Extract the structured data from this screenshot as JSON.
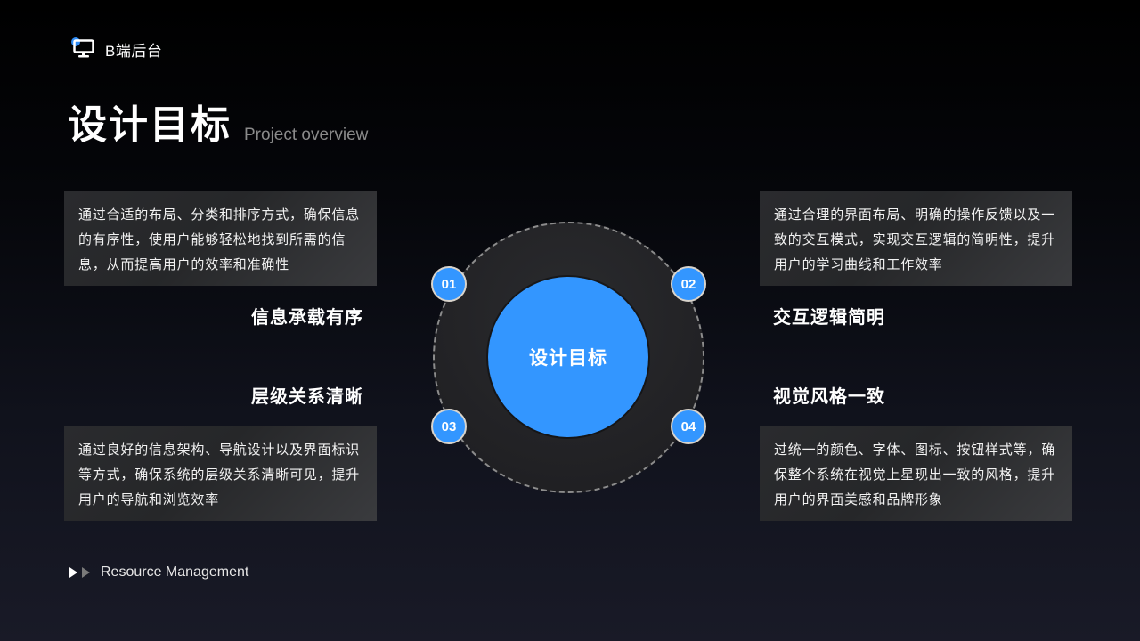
{
  "header": {
    "title": "B端后台",
    "icon": "monitor-icon"
  },
  "page": {
    "title": "设计目标",
    "subtitle": "Project overview"
  },
  "diagram": {
    "center_label": "设计目标",
    "accent_color": "#3396ff",
    "goals": [
      {
        "number": "01",
        "title": "信息承载有序",
        "description": "通过合适的布局、分类和排序方式，确保信息的有序性，使用户能够轻松地找到所需的信息，从而提高用户的效率和准确性"
      },
      {
        "number": "02",
        "title": "交互逻辑简明",
        "description": "通过合理的界面布局、明确的操作反馈以及一致的交互模式，实现交互逻辑的简明性，提升用户的学习曲线和工作效率"
      },
      {
        "number": "03",
        "title": "层级关系清晰",
        "description": "通过良好的信息架构、导航设计以及界面标识等方式，确保系统的层级关系清晰可见，提升用户的导航和浏览效率"
      },
      {
        "number": "04",
        "title": "视觉风格一致",
        "description": "过统一的颜色、字体、图标、按钮样式等，确保整个系统在视觉上星现出一致的风格，提升用户的界面美感和品牌形象"
      }
    ]
  },
  "footer": {
    "label": "Resource Management",
    "icon": "play-arrows-icon"
  }
}
